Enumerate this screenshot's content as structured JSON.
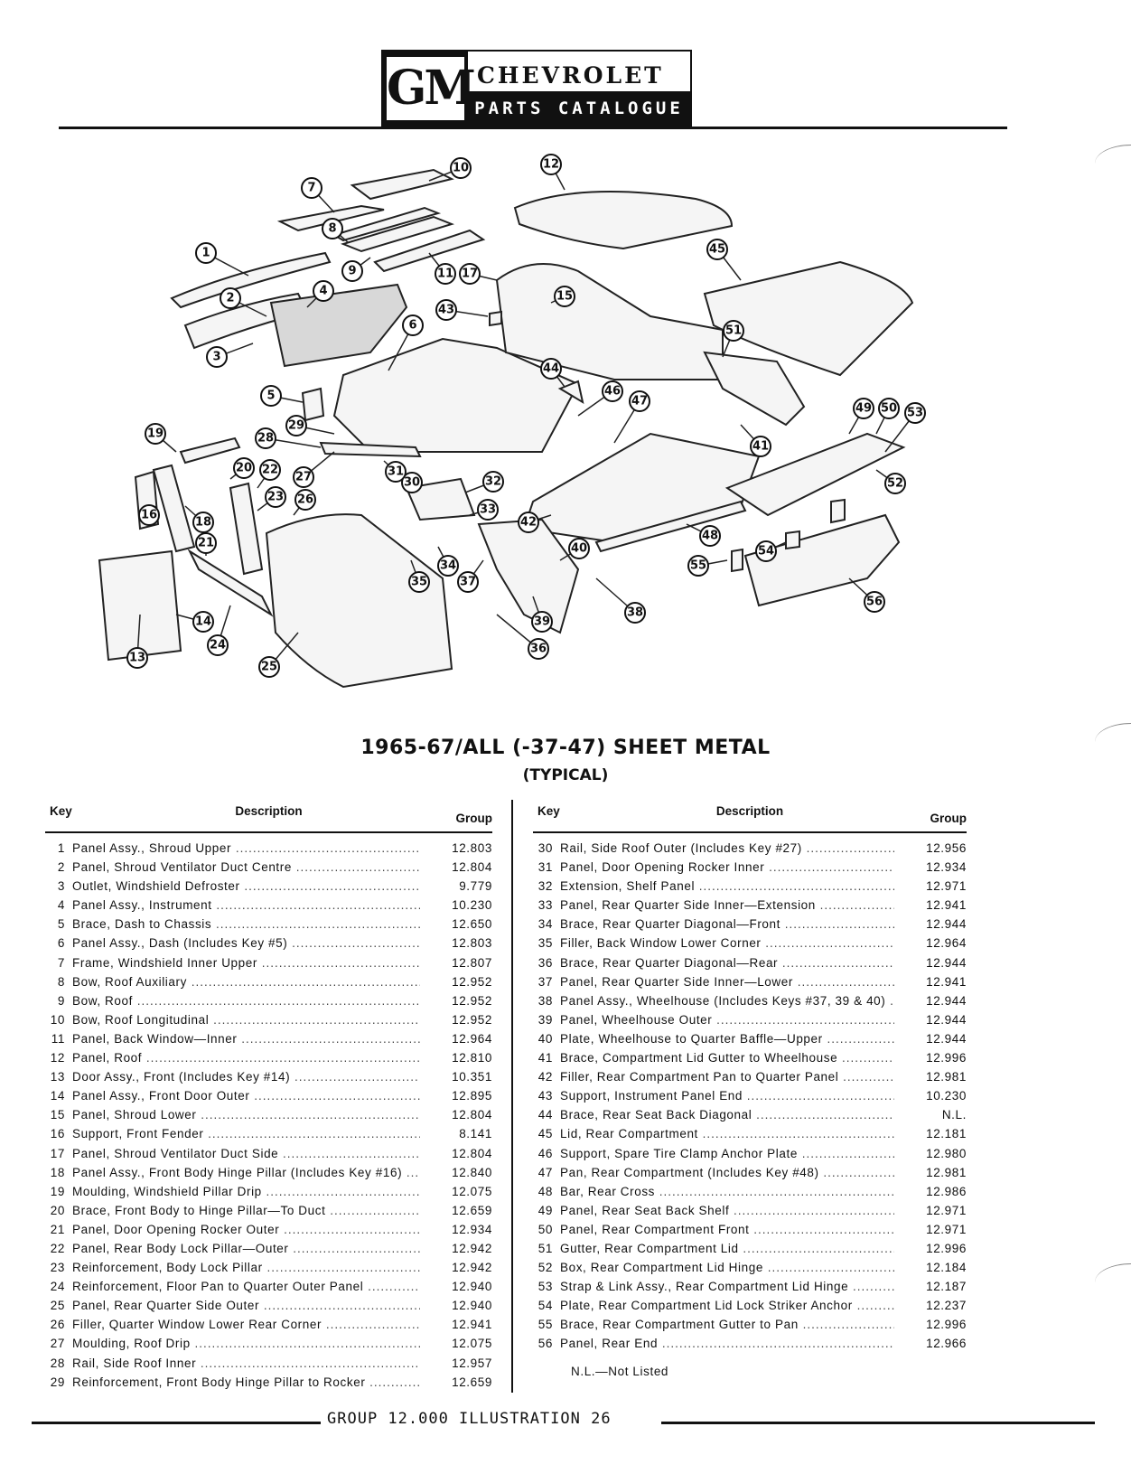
{
  "header": {
    "logo": "GM",
    "brand": "CHEVROLET",
    "catalogue": "PARTS CATALOGUE"
  },
  "diagram": {
    "title": "1965-67/ALL (-37-47) SHEET METAL",
    "subtitle": "(TYPICAL)",
    "callouts": [
      "1",
      "2",
      "3",
      "4",
      "5",
      "6",
      "7",
      "8",
      "9",
      "10",
      "11",
      "12",
      "13",
      "14",
      "15",
      "16",
      "17",
      "18",
      "19",
      "20",
      "21",
      "22",
      "23",
      "24",
      "25",
      "26",
      "27",
      "28",
      "29",
      "30",
      "31",
      "32",
      "33",
      "34",
      "35",
      "36",
      "37",
      "38",
      "39",
      "40",
      "41",
      "42",
      "43",
      "44",
      "45",
      "46",
      "47",
      "48",
      "49",
      "50",
      "51",
      "52",
      "53",
      "54",
      "55",
      "56"
    ]
  },
  "table": {
    "headers": {
      "key": "Key",
      "description": "Description",
      "group": "Group"
    },
    "left_rows": [
      {
        "key": "1",
        "description": "Panel Assy., Shroud Upper",
        "group": "12.803"
      },
      {
        "key": "2",
        "description": "Panel, Shroud Ventilator Duct Centre",
        "group": "12.804"
      },
      {
        "key": "3",
        "description": "Outlet, Windshield Defroster",
        "group": "9.779"
      },
      {
        "key": "4",
        "description": "Panel Assy., Instrument",
        "group": "10.230"
      },
      {
        "key": "5",
        "description": "Brace, Dash to Chassis",
        "group": "12.650"
      },
      {
        "key": "6",
        "description": "Panel Assy., Dash (Includes Key #5)",
        "group": "12.803"
      },
      {
        "key": "7",
        "description": "Frame, Windshield Inner Upper",
        "group": "12.807"
      },
      {
        "key": "8",
        "description": "Bow, Roof Auxiliary",
        "group": "12.952"
      },
      {
        "key": "9",
        "description": "Bow, Roof",
        "group": "12.952"
      },
      {
        "key": "10",
        "description": "Bow, Roof Longitudinal",
        "group": "12.952"
      },
      {
        "key": "11",
        "description": "Panel, Back Window—Inner",
        "group": "12.964"
      },
      {
        "key": "12",
        "description": "Panel, Roof",
        "group": "12.810"
      },
      {
        "key": "13",
        "description": "Door Assy., Front (Includes Key #14)",
        "group": "10.351"
      },
      {
        "key": "14",
        "description": "Panel Assy., Front Door Outer",
        "group": "12.895"
      },
      {
        "key": "15",
        "description": "Panel, Shroud Lower",
        "group": "12.804"
      },
      {
        "key": "16",
        "description": "Support, Front Fender",
        "group": "8.141"
      },
      {
        "key": "17",
        "description": "Panel, Shroud Ventilator Duct Side",
        "group": "12.804"
      },
      {
        "key": "18",
        "description": "Panel Assy., Front Body Hinge Pillar (Includes Key #16)",
        "group": "12.840"
      },
      {
        "key": "19",
        "description": "Moulding, Windshield Pillar Drip",
        "group": "12.075"
      },
      {
        "key": "20",
        "description": "Brace, Front Body to Hinge Pillar—To Duct",
        "group": "12.659"
      },
      {
        "key": "21",
        "description": "Panel, Door Opening Rocker Outer",
        "group": "12.934"
      },
      {
        "key": "22",
        "description": "Panel, Rear Body Lock Pillar—Outer",
        "group": "12.942"
      },
      {
        "key": "23",
        "description": "Reinforcement, Body Lock Pillar",
        "group": "12.942"
      },
      {
        "key": "24",
        "description": "Reinforcement, Floor Pan to Quarter Outer Panel",
        "group": "12.940"
      },
      {
        "key": "25",
        "description": "Panel, Rear Quarter Side Outer",
        "group": "12.940"
      },
      {
        "key": "26",
        "description": "Filler, Quarter Window Lower Rear Corner",
        "group": "12.941"
      },
      {
        "key": "27",
        "description": "Moulding, Roof Drip",
        "group": "12.075"
      },
      {
        "key": "28",
        "description": "Rail, Side Roof Inner",
        "group": "12.957"
      },
      {
        "key": "29",
        "description": "Reinforcement, Front Body Hinge Pillar to Rocker",
        "group": "12.659"
      }
    ],
    "right_rows": [
      {
        "key": "30",
        "description": "Rail, Side Roof Outer (Includes Key #27)",
        "group": "12.956"
      },
      {
        "key": "31",
        "description": "Panel, Door Opening Rocker Inner",
        "group": "12.934"
      },
      {
        "key": "32",
        "description": "Extension, Shelf Panel",
        "group": "12.971"
      },
      {
        "key": "33",
        "description": "Panel, Rear Quarter Side Inner—Extension",
        "group": "12.941"
      },
      {
        "key": "34",
        "description": "Brace, Rear Quarter Diagonal—Front",
        "group": "12.944"
      },
      {
        "key": "35",
        "description": "Filler, Back Window Lower Corner",
        "group": "12.964"
      },
      {
        "key": "36",
        "description": "Brace, Rear Quarter Diagonal—Rear",
        "group": "12.944"
      },
      {
        "key": "37",
        "description": "Panel, Rear Quarter Side Inner—Lower",
        "group": "12.941"
      },
      {
        "key": "38",
        "description": "Panel Assy., Wheelhouse (Includes Keys #37, 39 & 40)",
        "group": "12.944"
      },
      {
        "key": "39",
        "description": "Panel, Wheelhouse Outer",
        "group": "12.944"
      },
      {
        "key": "40",
        "description": "Plate, Wheelhouse to Quarter Baffle—Upper",
        "group": "12.944"
      },
      {
        "key": "41",
        "description": "Brace, Compartment Lid Gutter to Wheelhouse",
        "group": "12.996"
      },
      {
        "key": "42",
        "description": "Filler, Rear Compartment Pan to Quarter Panel",
        "group": "12.981"
      },
      {
        "key": "43",
        "description": "Support, Instrument Panel End",
        "group": "10.230"
      },
      {
        "key": "44",
        "description": "Brace, Rear Seat Back Diagonal",
        "group": "N.L."
      },
      {
        "key": "45",
        "description": "Lid, Rear Compartment",
        "group": "12.181"
      },
      {
        "key": "46",
        "description": "Support, Spare Tire Clamp Anchor Plate",
        "group": "12.980"
      },
      {
        "key": "47",
        "description": "Pan, Rear Compartment (Includes Key #48)",
        "group": "12.981"
      },
      {
        "key": "48",
        "description": "Bar, Rear Cross",
        "group": "12.986"
      },
      {
        "key": "49",
        "description": "Panel, Rear Seat Back Shelf",
        "group": "12.971"
      },
      {
        "key": "50",
        "description": "Panel, Rear Compartment Front",
        "group": "12.971"
      },
      {
        "key": "51",
        "description": "Gutter, Rear Compartment Lid",
        "group": "12.996"
      },
      {
        "key": "52",
        "description": "Box, Rear Compartment Lid Hinge",
        "group": "12.184"
      },
      {
        "key": "53",
        "description": "Strap & Link Assy., Rear Compartment Lid Hinge",
        "group": "12.187"
      },
      {
        "key": "54",
        "description": "Plate, Rear Compartment Lid Lock Striker Anchor",
        "group": "12.237"
      },
      {
        "key": "55",
        "description": "Brace, Rear Compartment Gutter to Pan",
        "group": "12.996"
      },
      {
        "key": "56",
        "description": "Panel, Rear End",
        "group": "12.966"
      }
    ],
    "footnote": "N.L.—Not Listed"
  },
  "footer": {
    "text": "GROUP 12.000  ILLUSTRATION 26"
  }
}
